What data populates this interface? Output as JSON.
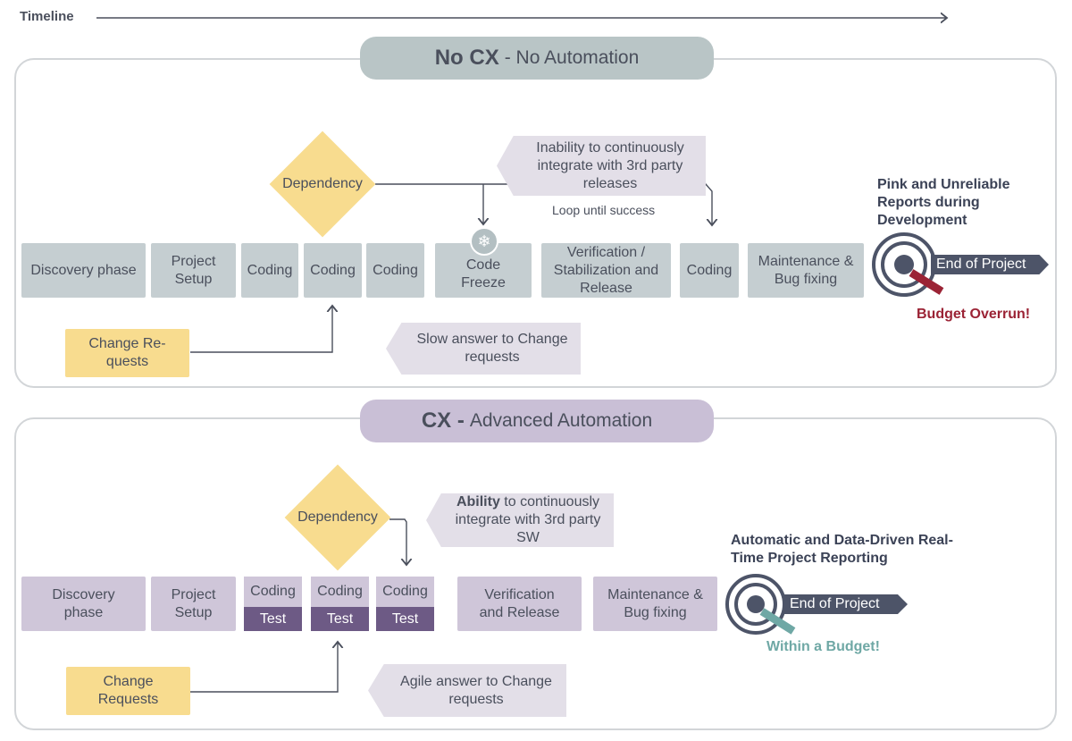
{
  "timeline": {
    "label": "Timeline"
  },
  "top": {
    "title_bold": "No CX",
    "title_rest": "- No Automation",
    "boxes": [
      "Discovery phase",
      "Project Setup",
      "Coding",
      "Coding",
      "Coding",
      "Code Freeze",
      "Verification / Stabilization and Release",
      "Coding",
      "Maintenance & Bug fixing"
    ],
    "dependency": "Dependency",
    "callout_inability": "Inability to continuously integrate with 3rd party releases",
    "loop_text": "Loop until success",
    "change_requests": "Change Re-quests",
    "slow_answer": "Slow answer to Change requests",
    "report_text": "Pink and Unreliable Reports during Development",
    "end_label": "End of Project",
    "budget": "Budget Overrun!"
  },
  "bottom": {
    "title_bold": "CX -",
    "title_rest": "Advanced Automation",
    "boxes": [
      "Discovery phase",
      "Project Setup",
      "Verification and Release",
      "Maintenance & Bug fixing"
    ],
    "coding_label": "Coding",
    "test_label": "Test",
    "dependency": "Dependency",
    "callout_bold": "Ability",
    "callout_rest": " to continuously integrate with 3rd party SW",
    "change_requests": "Change Requests",
    "agile_answer": "Agile answer to Change requests",
    "report_text": "Automatic and Data-Driven Real-Time Project Reporting",
    "end_label": "End of Project",
    "budget": "Within a Budget!"
  },
  "colors": {
    "gray_box": "#c5ced1",
    "lilac_box": "#cfc6d9",
    "yellow": "#f8dc8f",
    "test_purple": "#6d5a85",
    "red": "#9b2335",
    "teal": "#6fa8a5",
    "navy": "#4d5468"
  }
}
